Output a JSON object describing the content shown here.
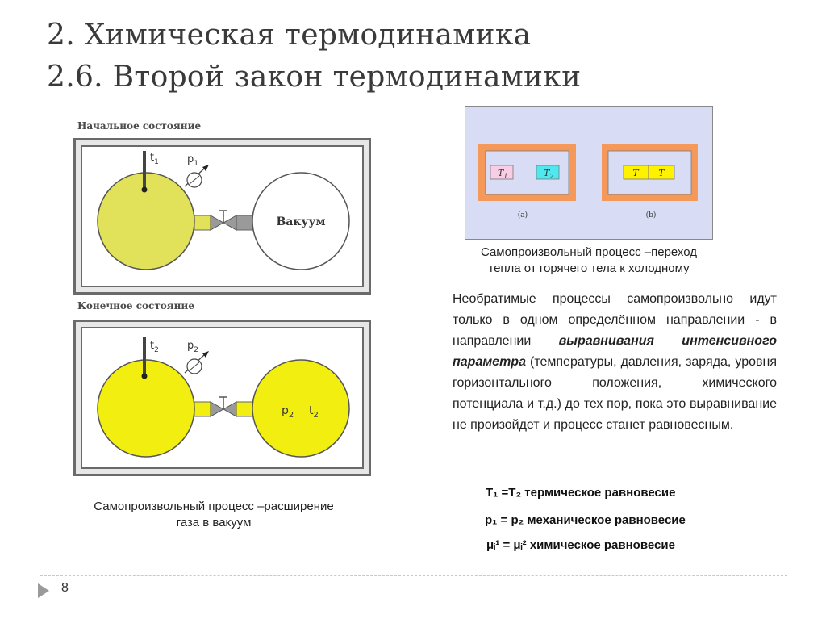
{
  "title": {
    "line1": "2. Химическая термодинамика",
    "line2": "2.6. Второй закон термодинамики"
  },
  "left_figure": {
    "initial_label": "Начальное состояние",
    "final_label": "Конечное состояние",
    "vacuum_label": "Вакуум",
    "t1": "t",
    "t1_sub": "1",
    "p1": "p",
    "p1_sub": "1",
    "t2": "t",
    "t2_sub": "2",
    "p2": "p",
    "p2_sub": "2",
    "caption_line1": "Самопроизвольный процесс –расширение",
    "caption_line2": "газа в вакуум",
    "colors": {
      "gas_initial": "#e2e25a",
      "gas_final": "#f2ef10",
      "valve": "#9a9a9a"
    }
  },
  "right_figure": {
    "a_T1": "T",
    "a_T1_sub": "1",
    "a_T2": "T",
    "a_T2_sub": "2",
    "b_T_left": "T",
    "b_T_right": "T",
    "label_a": "(a)",
    "label_b": "(b)",
    "caption_line1": "Самопроизвольный процесс –переход",
    "caption_line2": "тепла от горячего тела к холодному",
    "colors": {
      "background": "#d8dcf5",
      "frame": "#f5995a",
      "hot": "#f9cde6",
      "cold": "#4fe8ee",
      "equal": "#fff200"
    }
  },
  "paragraph": {
    "part1": "Необратимые процессы самопроизвольно идут только в одном определённом направлении - в направлении ",
    "emphasis": "выравнивания интенсивного параметра",
    "part2": " (температуры, давления, заряда, уровня горизонтального положения, химического потенциала и т.д.) до тех пор, пока это выравнивание не произойдет и процесс станет равновесным."
  },
  "equilibria": {
    "thermal": "Т₁ =Т₂  термическое равновесие",
    "mechanical": "р₁ = р₂  механическое равновесие",
    "chemical": "μᵢ¹ = μᵢ²  химическое равновесие"
  },
  "footer": {
    "page_number": "8"
  }
}
